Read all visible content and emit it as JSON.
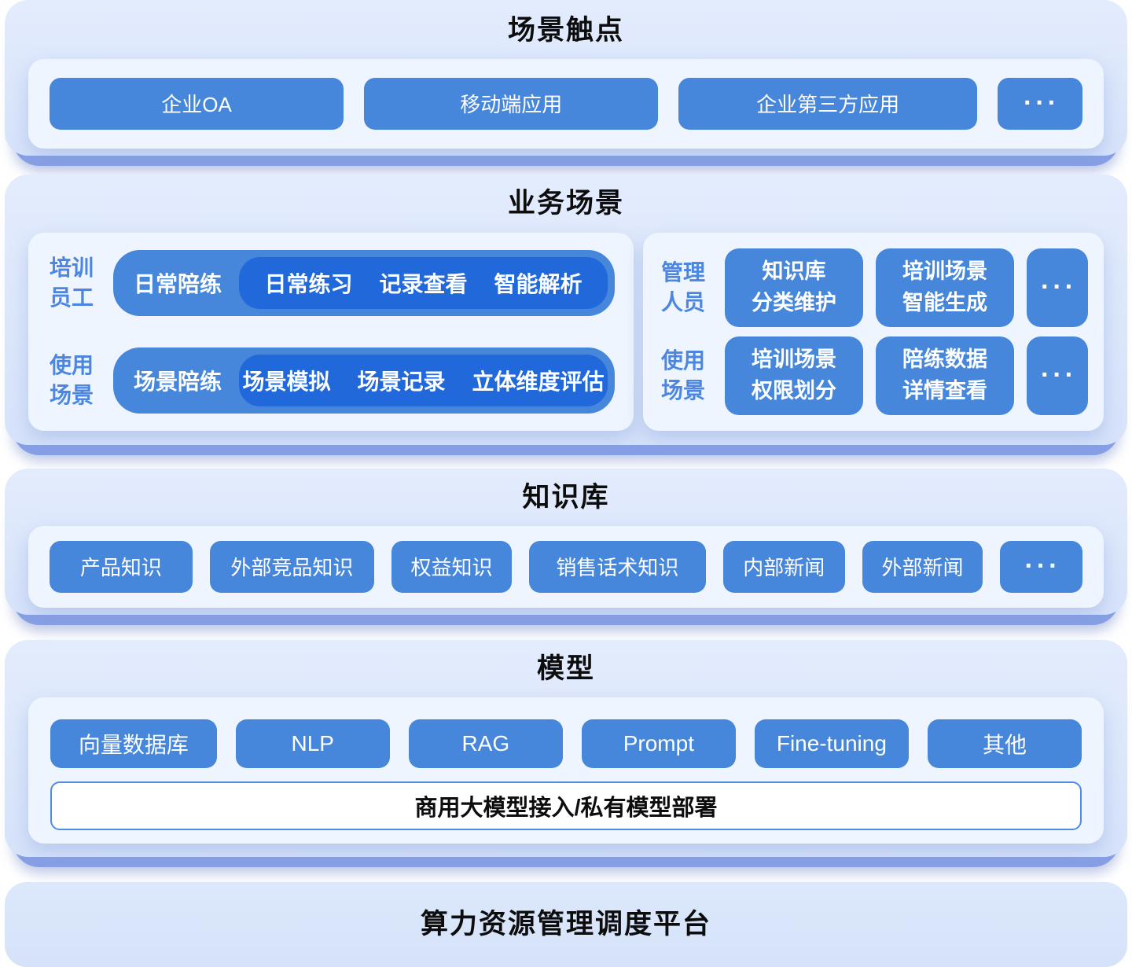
{
  "colors": {
    "accent_button": "#4687db",
    "accent_dark_pill": "#2168da",
    "label_blue": "#4c86e0",
    "layer_bg": "#d9e5fa",
    "layer_3d_edge": "#879fe4",
    "panel_bg": "#eef5fe",
    "bar_border": "#4f8ce2"
  },
  "touchpoints": {
    "title": "场景触点",
    "items": [
      "企业OA",
      "移动端应用",
      "企业第三方应用",
      "···"
    ]
  },
  "business": {
    "title": "业务场景",
    "left": {
      "rows": [
        {
          "label": "培训\n员工",
          "pill": "日常陪练",
          "steps": [
            "日常练习",
            "记录查看",
            "智能解析"
          ]
        },
        {
          "label": "使用\n场景",
          "pill": "场景陪练",
          "steps": [
            "场景模拟",
            "场景记录",
            "立体维度评估"
          ]
        }
      ]
    },
    "right": {
      "rows": [
        {
          "label": "管理\n人员",
          "buttons": [
            "知识库\n分类维护",
            "培训场景\n智能生成"
          ],
          "more": "···"
        },
        {
          "label": "使用\n场景",
          "buttons": [
            "培训场景\n权限划分",
            "陪练数据\n详情查看"
          ],
          "more": "···"
        }
      ]
    }
  },
  "knowledge": {
    "title": "知识库",
    "items": [
      "产品知识",
      "外部竞品知识",
      "权益知识",
      "销售话术知识",
      "内部新闻",
      "外部新闻",
      "···"
    ]
  },
  "model": {
    "title": "模型",
    "items": [
      "向量数据库",
      "NLP",
      "RAG",
      "Prompt",
      "Fine-tuning",
      "其他"
    ],
    "bar": "商用大模型接入/私有模型部署"
  },
  "platform": {
    "title": "算力资源管理调度平台"
  }
}
